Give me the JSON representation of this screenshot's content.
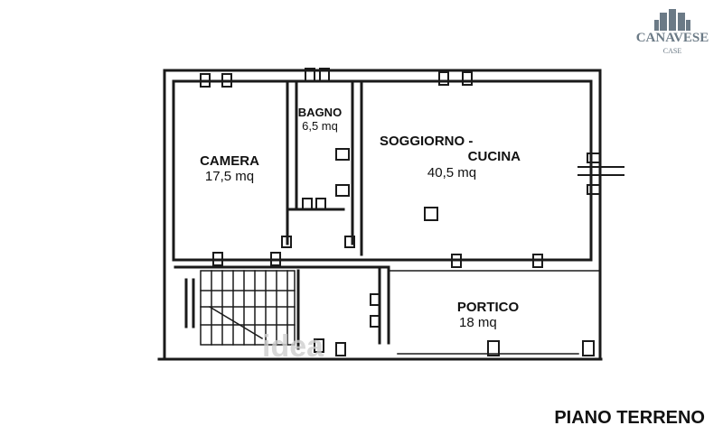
{
  "rooms": {
    "camera": {
      "name": "CAMERA",
      "area": "17,5 mq"
    },
    "bagno": {
      "name": "BAGNO",
      "area": "6,5 mq"
    },
    "soggiorno": {
      "name_line1": "SOGGIORNO -",
      "name_line2": "CUCINA",
      "area": "40,5 mq"
    },
    "portico": {
      "name": "PORTICO",
      "area": "18 mq"
    }
  },
  "title": "PIANO TERRENO",
  "logo": {
    "name": "CANAVESE",
    "sub": "CASE",
    "icon": "house-logo-icon",
    "color": "#6b7a86"
  },
  "watermark": "idea",
  "colors": {
    "wall": "#1a1a1a",
    "background": "#ffffff"
  }
}
